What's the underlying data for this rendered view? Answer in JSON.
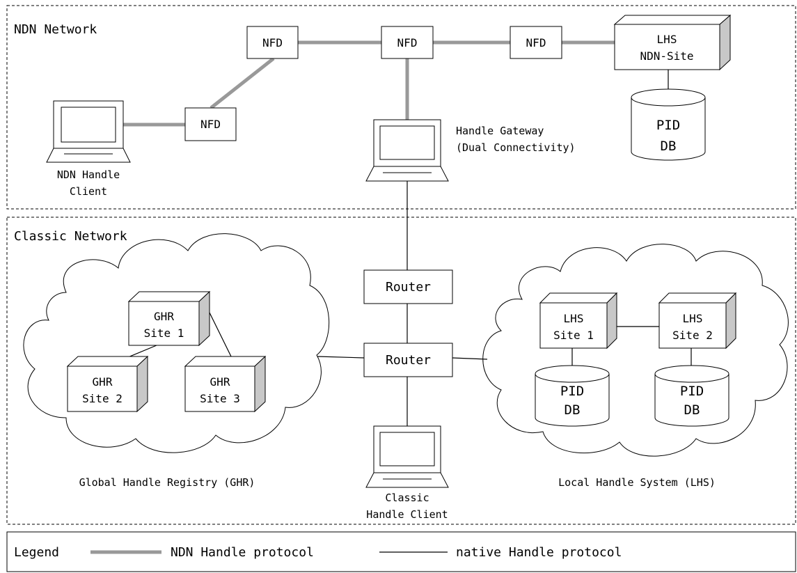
{
  "regions": {
    "ndn_network": "NDN Network",
    "classic_network": "Classic Network"
  },
  "nodes": {
    "nfd": "NFD",
    "router": "Router",
    "lhs_ndn_site": [
      "LHS",
      "NDN-Site"
    ],
    "pid_db": [
      "PID",
      "DB"
    ],
    "ghr_site_1": [
      "GHR",
      "Site 1"
    ],
    "ghr_site_2": [
      "GHR",
      "Site 2"
    ],
    "ghr_site_3": [
      "GHR",
      "Site 3"
    ],
    "lhs_site_1": [
      "LHS",
      "Site 1"
    ],
    "lhs_site_2": [
      "LHS",
      "Site 2"
    ]
  },
  "labels": {
    "ndn_handle_client": [
      "NDN Handle",
      "Client"
    ],
    "handle_gateway": [
      "Handle Gateway",
      "(Dual Connectivity)"
    ],
    "classic_handle_client": [
      "Classic",
      "Handle Client"
    ],
    "ghr_cloud": "Global Handle Registry (GHR)",
    "lhs_cloud": "Local Handle System (LHS)"
  },
  "legend": {
    "title": "Legend",
    "ndn_protocol": "NDN Handle protocol",
    "native_protocol": "native Handle protocol"
  },
  "colors": {
    "ndn_link": "#999999",
    "native_link": "#000000",
    "box_side": "#c8c8c8"
  }
}
